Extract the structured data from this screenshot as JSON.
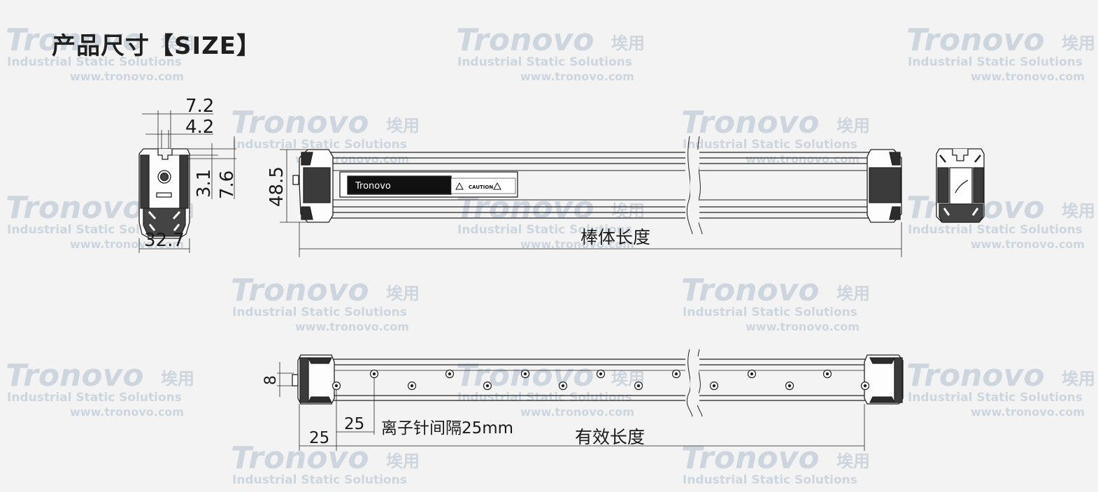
{
  "title": "产品尺寸【SIZE】",
  "watermark": {
    "brand": "Tronovo",
    "brand_cn": "埃用",
    "subtitle": "Industrial Static Solutions",
    "url": "www.tronovo.com"
  },
  "bar_logo": "Tronovo",
  "caution_label": "CAUTION",
  "dimensions": {
    "top_width": "7.2",
    "slot_width": "4.2",
    "slot_depth": "3.1",
    "head_depth": "7.6",
    "end_width": "32.7",
    "height": "48.5",
    "bar_length": "棒体长度",
    "pin_offset": "8",
    "first_pin": "25",
    "pin_pitch": "25",
    "pin_spacing_note": "离子针间隔25mm",
    "effective_length": "有效长度"
  },
  "colors": {
    "line": "#222222",
    "watermark": "#c9d3dc",
    "accent": "#e8a060",
    "background": "#f3f3f3"
  }
}
